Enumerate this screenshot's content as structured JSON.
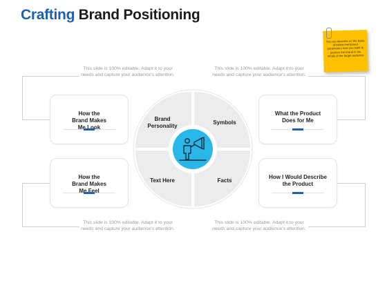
{
  "title": {
    "accent": "Crafting",
    "rest": "Brand Positioning"
  },
  "sticky_note": {
    "text": "You can describe on the basis of below mentioned parameters how you want to position the brand in the minds of the target audience",
    "color": "#ffc000"
  },
  "captions": {
    "top_left": "This slide is 100% editable. Adapt it to your needs and capture your audience's attention.",
    "top_right": "This slide is 100% editable. Adapt it to your needs and capture your audience's attention.",
    "bottom_left": "This slide is 100% editable. Adapt it to your needs and capture your audience's attention.",
    "bottom_right": "This slide is 100% editable. Adapt it to your needs and capture your audience's attention."
  },
  "cards": {
    "look": "How the Brand Makes Me Look",
    "feel": "How the Brand Makes Me Feel",
    "product_does": "What the Product Does for Me",
    "describe": "How I Would Describe the Product"
  },
  "quadrants": {
    "top_left": "Brand Personality",
    "top_right": "Symbols",
    "bottom_left": "Text Here",
    "bottom_right": "Facts"
  },
  "center_icon": "person-megaphone-icon",
  "colors": {
    "accent": "#1f5fb0",
    "center_circle": "#29b6e8",
    "quadrant_fill": "#ececec"
  }
}
